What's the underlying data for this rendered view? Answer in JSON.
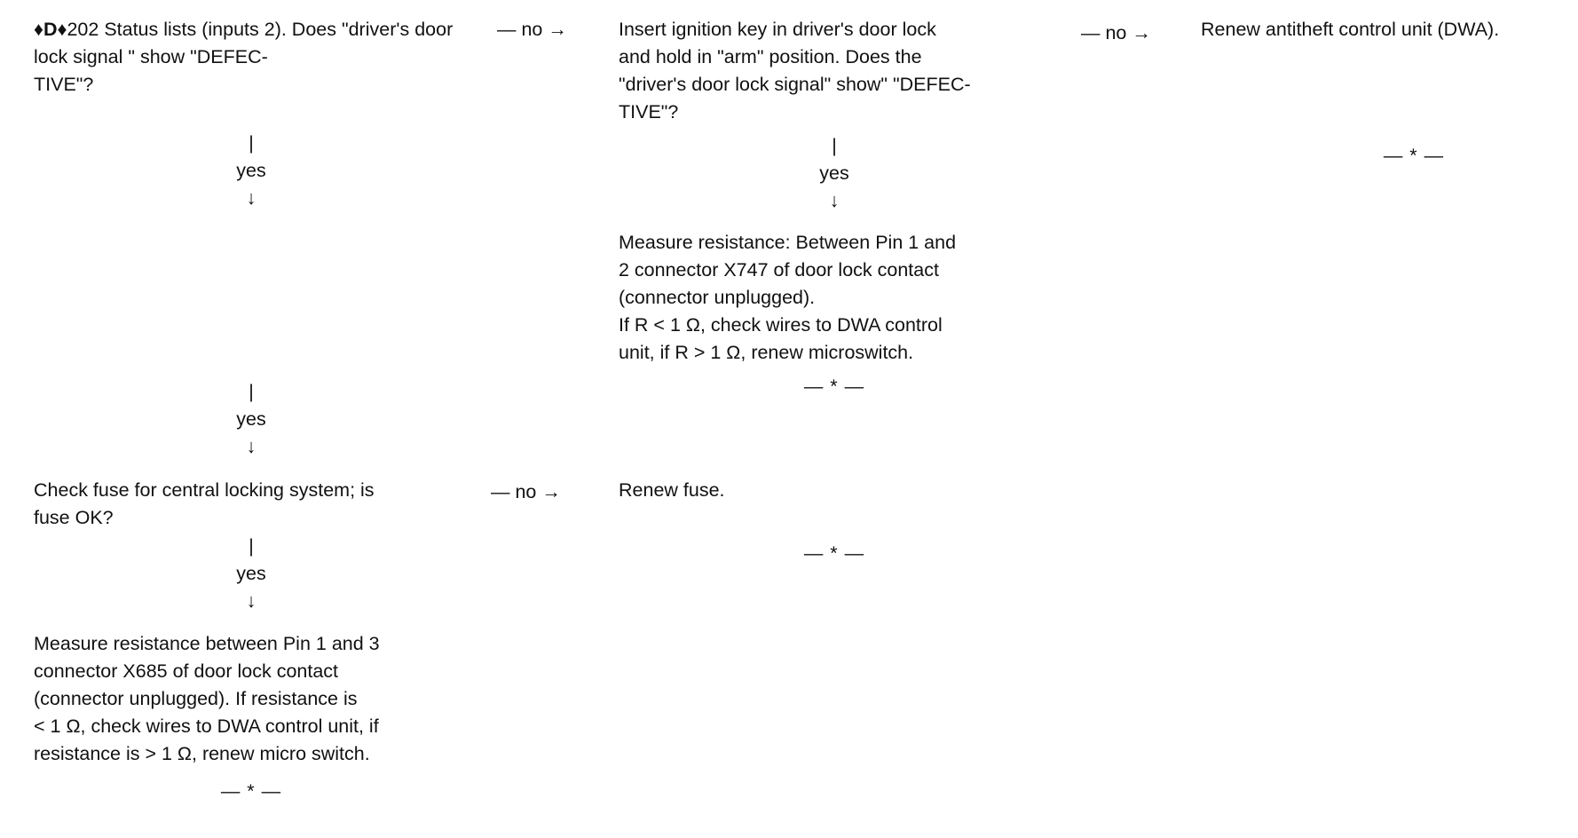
{
  "steps": {
    "start": {
      "prefix": "♦D♦",
      "text": "202 Status lists (inputs 2). Does \"driver's door lock signal \" show \"DEFEC-\nTIVE\"?"
    },
    "ignition_check": "Insert ignition key in driver's door lock\nand hold in \"arm\" position. Does the\n\"driver's door lock signal\" show\" \"DEFEC-\nTIVE\"?",
    "renew_dwa": "Renew antitheft control unit (DWA).",
    "measure_x747": "Measure resistance: Between Pin 1 and\n2 connector X747 of door lock contact\n(connector unplugged).\nIf R < 1 Ω, check wires to DWA control\nunit, if R > 1 Ω, renew microswitch.",
    "fuse_check": "Check fuse for central locking system; is\nfuse OK?",
    "renew_fuse": "Renew fuse.",
    "measure_x685": "Measure resistance between Pin 1 and 3\nconnector X685 of door lock contact\n(connector unplugged). If resistance is\n< 1 Ω, check wires to DWA control unit, if\nresistance is > 1 Ω, renew micro switch."
  },
  "connectors": {
    "no_arrow": "— no →",
    "yes_label": "yes",
    "bar": "|",
    "down_arrow": "↓",
    "end_marker": "— * —"
  }
}
